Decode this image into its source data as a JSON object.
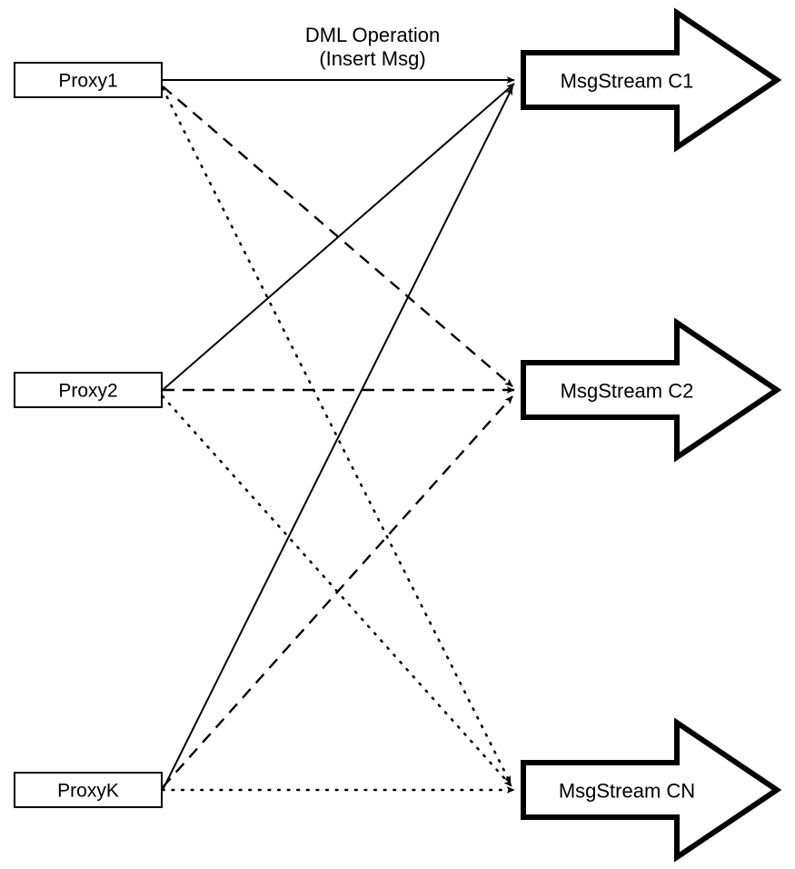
{
  "diagram": {
    "title_visible": false,
    "background_color": "#ffffff",
    "stroke_color": "#000000",
    "edge_label": {
      "line1": "DML Operation",
      "line2": "(Insert Msg)"
    },
    "proxies": [
      {
        "id": "proxy1",
        "label": "Proxy1"
      },
      {
        "id": "proxy2",
        "label": "Proxy2"
      },
      {
        "id": "proxyK",
        "label": "ProxyK"
      }
    ],
    "streams": [
      {
        "id": "c1",
        "label": "MsgStream C1"
      },
      {
        "id": "c2",
        "label": "MsgStream C2"
      },
      {
        "id": "cn",
        "label": "MsgStream CN"
      }
    ],
    "links": [
      {
        "from": "Proxy1",
        "to": "MsgStream C1",
        "style": "solid"
      },
      {
        "from": "Proxy2",
        "to": "MsgStream C1",
        "style": "solid"
      },
      {
        "from": "ProxyK",
        "to": "MsgStream C1",
        "style": "solid"
      },
      {
        "from": "Proxy1",
        "to": "MsgStream C2",
        "style": "dashed"
      },
      {
        "from": "Proxy2",
        "to": "MsgStream C2",
        "style": "dashed"
      },
      {
        "from": "ProxyK",
        "to": "MsgStream C2",
        "style": "dashed"
      },
      {
        "from": "Proxy1",
        "to": "MsgStream CN",
        "style": "dotted"
      },
      {
        "from": "Proxy2",
        "to": "MsgStream CN",
        "style": "dotted"
      },
      {
        "from": "ProxyK",
        "to": "MsgStream CN",
        "style": "dotted"
      }
    ]
  }
}
